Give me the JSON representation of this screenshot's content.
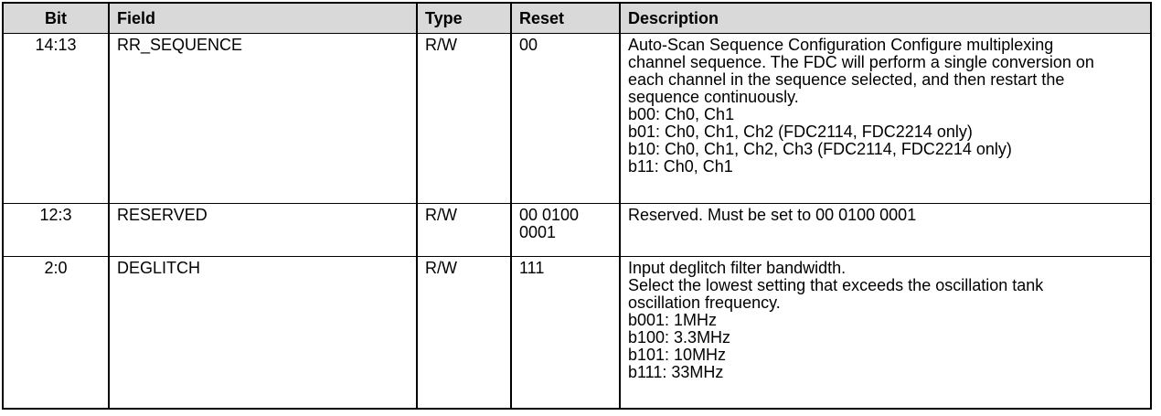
{
  "colors": {
    "header_bg": "#d9d9d9",
    "border": "#000000",
    "text": "#000000"
  },
  "table": {
    "columns": {
      "bit": "Bit",
      "field": "Field",
      "type": "Type",
      "reset": "Reset",
      "description": "Description"
    },
    "rows": [
      {
        "bit": "14:13",
        "field": "RR_SEQUENCE",
        "type": "R/W",
        "reset_lines": [
          "00"
        ],
        "description_lines": [
          "Auto-Scan Sequence Configuration Configure multiplexing",
          "channel sequence. The FDC will perform a single conversion on",
          "each channel in the sequence selected, and then restart the",
          "sequence continuously.",
          "b00: Ch0, Ch1",
          "b01: Ch0, Ch1, Ch2 (FDC2114, FDC2214 only)",
          "b10: Ch0, Ch1, Ch2, Ch3 (FDC2114, FDC2214 only)",
          "b11: Ch0, Ch1"
        ]
      },
      {
        "bit": "12:3",
        "field": "RESERVED",
        "type": "R/W",
        "reset_lines": [
          "00 0100",
          "0001"
        ],
        "description_lines": [
          "Reserved. Must be set to 00 0100 0001"
        ]
      },
      {
        "bit": "2:0",
        "field": "DEGLITCH",
        "type": "R/W",
        "reset_lines": [
          "111"
        ],
        "description_lines": [
          "Input deglitch filter bandwidth.",
          "Select the lowest setting that exceeds the oscillation tank",
          "oscillation frequency.",
          "b001: 1MHz",
          "b100: 3.3MHz",
          "b101: 10MHz",
          "b111: 33MHz"
        ]
      }
    ]
  }
}
